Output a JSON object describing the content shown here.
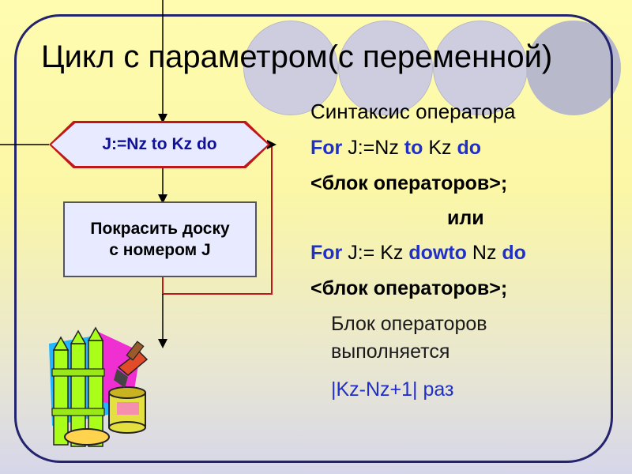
{
  "slide": {
    "title": "Цикл с параметром(с переменной)"
  },
  "flowchart": {
    "loop_label": "J:=Nz to Kz do",
    "action_line1": "Покрасить доску",
    "action_line2": "с номером J"
  },
  "syntax": {
    "heading": "Синтаксис оператора",
    "for1": {
      "kw_for": "For",
      "assign": " J:=Nz ",
      "kw_to": "to",
      "end": " Kz ",
      "kw_do": "do"
    },
    "block1": "<блок операторов>;",
    "or_label": "или",
    "for2": {
      "kw_for": "For",
      "assign": " J:= Kz ",
      "kw_downto": "dowto",
      "end": " Nz ",
      "kw_do": "do"
    },
    "block2": "<блок операторов>;",
    "note_line1": "Блок операторов",
    "note_line2": "выполняется",
    "count": "|Kz-Nz+1| раз"
  },
  "colors": {
    "keyword": "#1f2fc8",
    "arrow": "#c01818",
    "frame": "#23236e"
  },
  "icons": [
    "fence-clipart",
    "paint-can-brush-clipart"
  ]
}
